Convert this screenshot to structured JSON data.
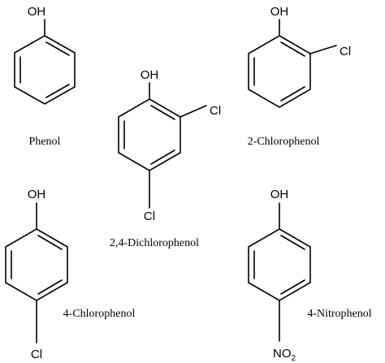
{
  "molecules": {
    "phenol": {
      "name": "Phenol",
      "hydroxyl": "OH"
    },
    "dichlorophenol": {
      "name": "2,4-Dichlorophenol",
      "hydroxyl": "OH",
      "chloro_ortho": "Cl",
      "chloro_para": "Cl"
    },
    "chlorophenol_2": {
      "name": "2-Chlorophenol",
      "hydroxyl": "OH",
      "chloro": "Cl"
    },
    "chlorophenol_4": {
      "name": "4-Chlorophenol",
      "hydroxyl": "OH",
      "chloro": "Cl"
    },
    "nitrophenol_4": {
      "name": "4-Nitrophenol",
      "hydroxyl": "OH",
      "nitro_main": "NO",
      "nitro_sub": "2"
    }
  },
  "colors": {
    "line": "#000000",
    "background": "#ffffff"
  }
}
